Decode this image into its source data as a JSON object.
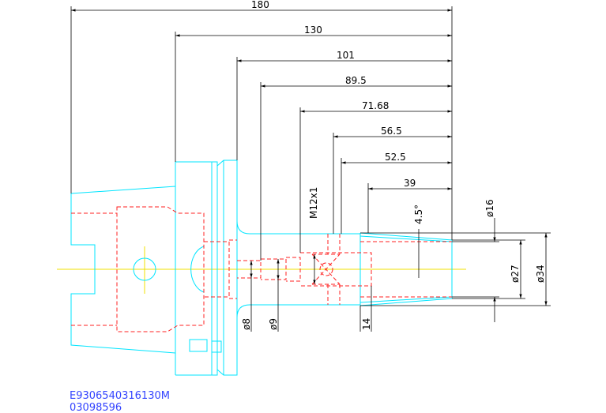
{
  "dimensions": {
    "d180": "180",
    "d130": "130",
    "d101": "101",
    "d89_5": "89.5",
    "d71_68": "71.68",
    "d56_5": "56.5",
    "d52_5": "52.5",
    "d39": "39",
    "thread": "M12x1",
    "angle": "4.5°",
    "phi16": "ø16",
    "phi27": "ø27",
    "phi34": "ø34",
    "phi8": "ø8",
    "phi9": "ø9",
    "d14": "14"
  },
  "footer": {
    "part_code": "E9306540316130M",
    "part_number": "03098596"
  },
  "colors": {
    "outline": "#00e5ff",
    "hidden": "#ff2020",
    "dimension": "#000000",
    "centerline": "#f0e000",
    "code_text": "#3344ff"
  }
}
